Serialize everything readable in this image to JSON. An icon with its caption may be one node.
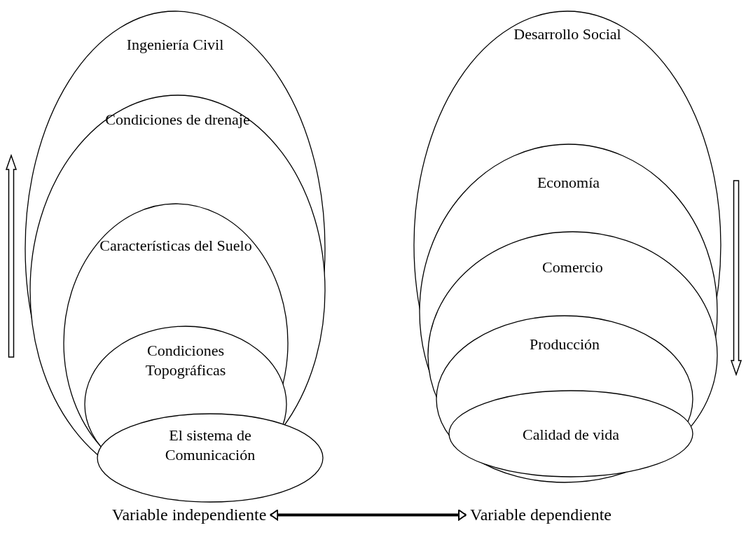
{
  "diagram": {
    "nodes": [
      {
        "text": [
          "Ingeniería Civil"
        ]
      },
      {
        "text": [
          "Condiciones de drenaje"
        ],
        "in": 0
      },
      {
        "text": [
          "Características del Suelo"
        ],
        "in": 1
      },
      {
        "text": [
          "Condiciones Topográficas"
        ],
        "in": 2
      },
      {
        "text": [
          "El sistema de Comunicación"
        ]
      },
      {
        "text": [
          "Desarrollo Social"
        ]
      },
      {
        "text": [
          "Economía"
        ],
        "in": 5
      },
      {
        "text": [
          "Comercio"
        ],
        "in": 6
      },
      {
        "text": [
          "Producción"
        ],
        "in": 7
      },
      {
        "text": [
          "Calidad de vida"
        ],
        "in": 8
      },
      {
        "text": [
          "Variable independiente"
        ]
      },
      {
        "text": [
          "Variable dependiente"
        ]
      }
    ],
    "edges": [
      {
        "from": 10,
        "to": 11,
        "arrow": "both"
      }
    ]
  }
}
